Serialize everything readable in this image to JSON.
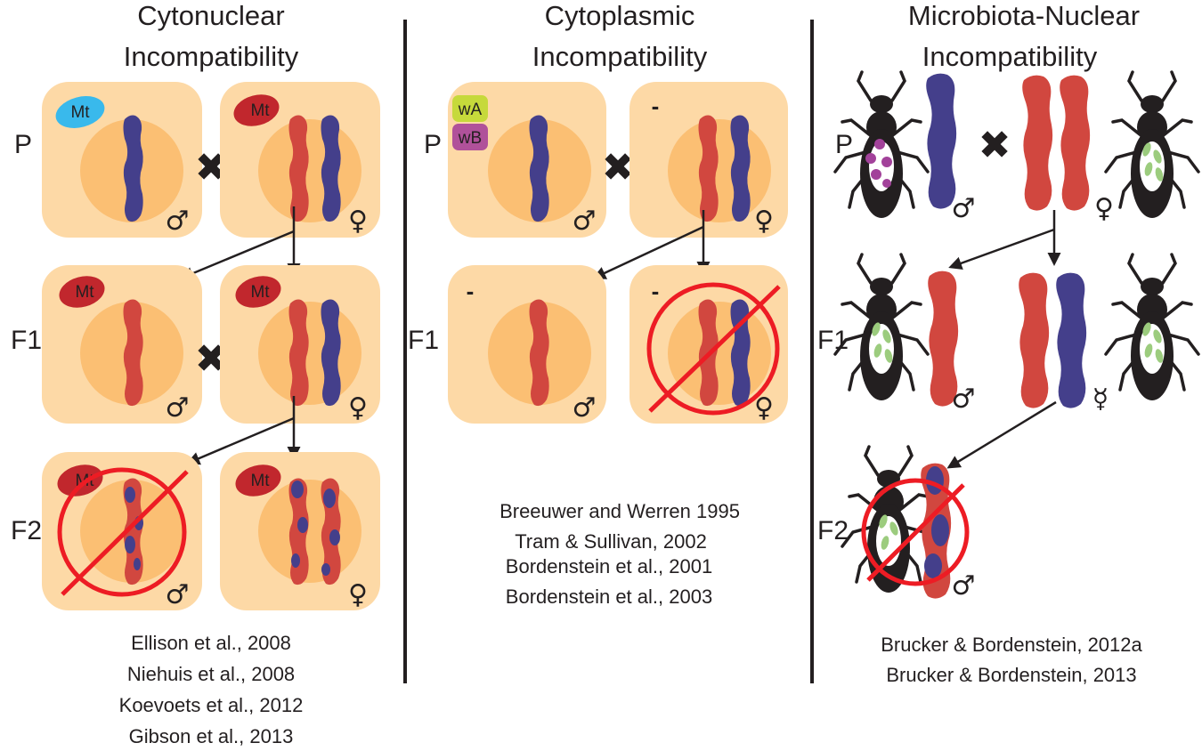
{
  "panels": [
    {
      "title_line1": "Cytonuclear",
      "title_line2": "Incompatibility",
      "references": [
        "Ellison et al., 2008",
        "Niehuis et al., 2008",
        "Koevoets et al., 2012",
        "Gibson et al., 2013"
      ]
    },
    {
      "title_line1": "Cytoplasmic",
      "title_line2": "Incompatibility",
      "references": [
        "Breeuwer and Werren 1995",
        "Tram & Sullivan, 2002",
        "Bordenstein et al., 2001",
        "Bordenstein et al., 2003"
      ]
    },
    {
      "title_line1": "Microbiota-Nuclear",
      "title_line2": "Incompatibility",
      "references": [
        "Brucker & Bordenstein, 2012a",
        "Brucker & Bordenstein, 2013"
      ]
    }
  ],
  "generations": {
    "p": "P",
    "f1": "F1",
    "f2": "F2"
  },
  "symbols": {
    "male": "♂",
    "female": "♀",
    "hermaphrodite": "☿",
    "cross": "✖",
    "minus": "-"
  },
  "labels": {
    "mito": "Mt",
    "wolbachia_a": "wA",
    "wolbachia_b": "wB"
  },
  "colors": {
    "cell": "#fdd9a6",
    "nucleus": "#fbbf73",
    "blue_chromosome": "#443f8b",
    "red_chromosome": "#d1473f",
    "mito_blue": "#39b9ec",
    "mito_red": "#c1272d",
    "wA": "#c6d93b",
    "wB": "#b0519a",
    "prohibit": "#ed1c24",
    "microbe_purple": "#a2429a",
    "microbe_green": "#9ccc7e"
  }
}
